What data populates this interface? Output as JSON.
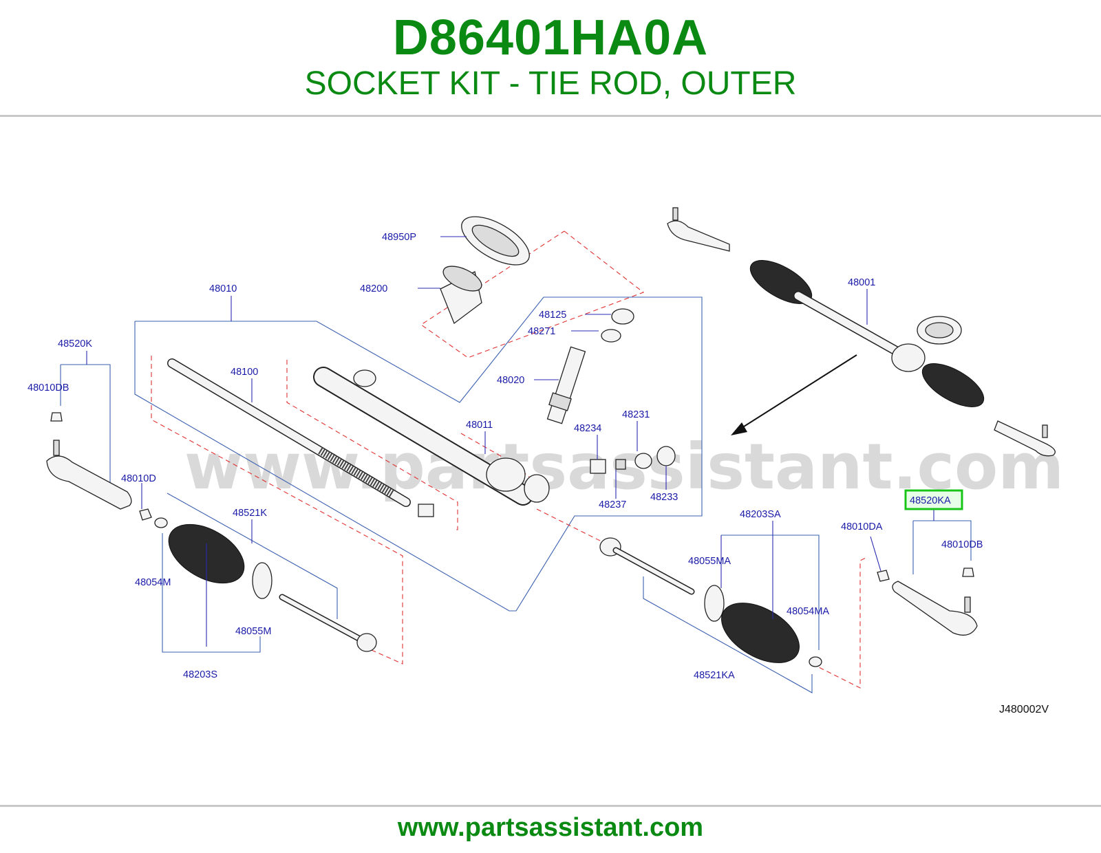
{
  "header": {
    "part_number": "D86401HA0A",
    "part_name": "SOCKET KIT - TIE ROD, OUTER"
  },
  "diagram": {
    "watermark": "www.partsassistant.com",
    "reference_code": "J480002V",
    "highlighted_part": "48520KA",
    "colors": {
      "accent": "#0a8a12",
      "callout": "#1a1aa8",
      "highlight": "#19c419",
      "leader": "#3a5fb0",
      "dashed_outline": "#e03030"
    },
    "callouts": {
      "c48950P": "48950P",
      "c48200": "48200",
      "c48010": "48010",
      "c48125": "48125",
      "c48271": "48271",
      "c48020": "48020",
      "c48001": "48001",
      "c48520K": "48520K",
      "c48010DB_left": "48010DB",
      "c48100": "48100",
      "c48011": "48011",
      "c48234": "48234",
      "c48231": "48231",
      "c48237": "48237",
      "c48233": "48233",
      "c48010D": "48010D",
      "c48521K": "48521K",
      "c48054M": "48054M",
      "c48055M": "48055M",
      "c48203S": "48203S",
      "c48203SA": "48203SA",
      "c48055MA": "48055MA",
      "c48054MA": "48054MA",
      "c48521KA": "48521KA",
      "c48520KA": "48520KA",
      "c48010DA": "48010DA",
      "c48010DB_right": "48010DB"
    }
  },
  "footer": {
    "url": "www.partsassistant.com"
  }
}
